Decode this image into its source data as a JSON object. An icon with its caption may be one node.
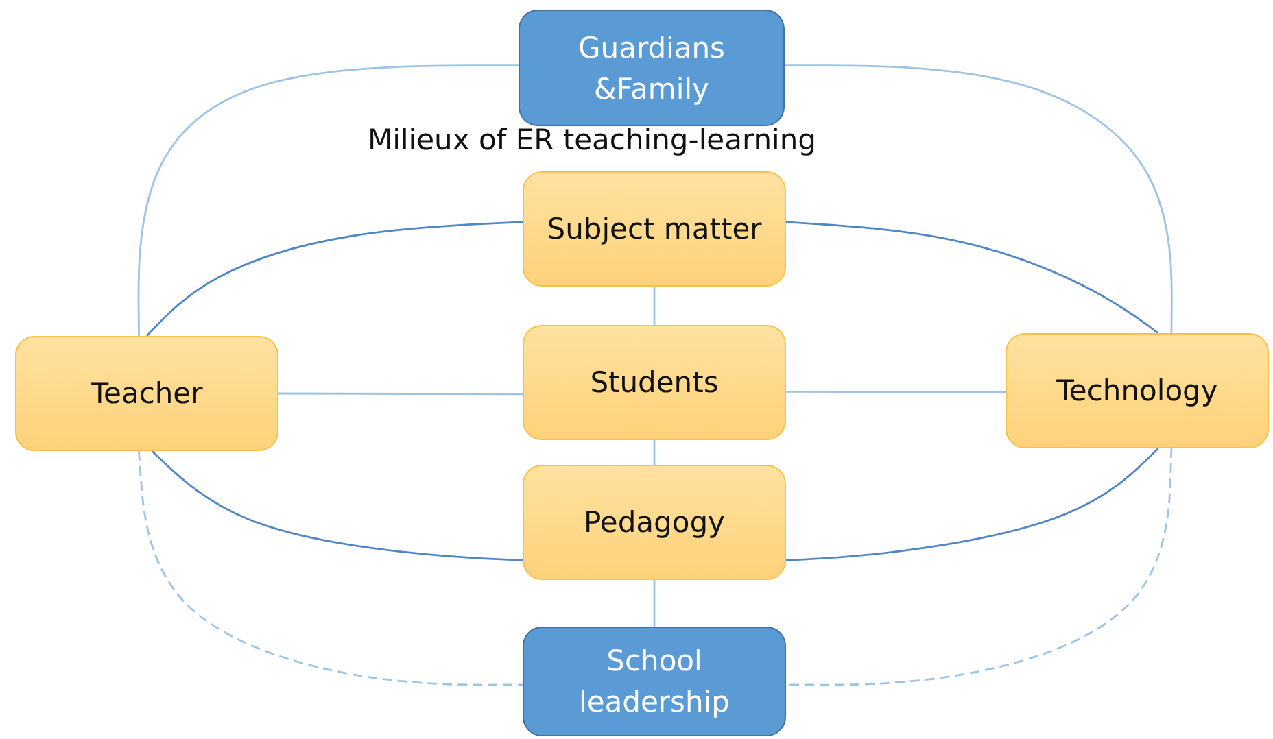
{
  "diagram": {
    "nodes": [
      {
        "text": [
          "Guardians &Family"
        ]
      },
      {
        "text": [
          "Subject matter"
        ]
      },
      {
        "text": [
          "Teacher"
        ]
      },
      {
        "text": [
          "Students"
        ]
      },
      {
        "text": [
          "Technology"
        ]
      },
      {
        "text": [
          "Pedagogy"
        ]
      },
      {
        "text": [
          "School leadership"
        ]
      }
    ],
    "edges": [
      {
        "from": 0,
        "to": 2,
        "arrow": "none"
      },
      {
        "from": 0,
        "to": 4,
        "arrow": "none"
      },
      {
        "from": 1,
        "to": 2,
        "arrow": "none",
        "color": "#4f86c6"
      },
      {
        "from": 1,
        "to": 4,
        "arrow": "none",
        "color": "#4f86c6"
      },
      {
        "from": 1,
        "to": 3,
        "arrow": "none"
      },
      {
        "from": 2,
        "to": 3,
        "arrow": "none"
      },
      {
        "from": 3,
        "to": 4,
        "arrow": "none"
      },
      {
        "from": 3,
        "to": 5,
        "arrow": "none"
      },
      {
        "from": 2,
        "to": 5,
        "arrow": "none",
        "color": "#4f86c6"
      },
      {
        "from": 4,
        "to": 5,
        "arrow": "none",
        "color": "#4f86c6"
      },
      {
        "from": 5,
        "to": 6,
        "arrow": "none"
      },
      {
        "from": 2,
        "to": 6,
        "arrow": "none",
        "style": "dashed"
      },
      {
        "from": 4,
        "to": 6,
        "arrow": "none",
        "style": "dashed"
      }
    ],
    "labels": [
      "Milieux of ER teaching-learning"
    ]
  }
}
